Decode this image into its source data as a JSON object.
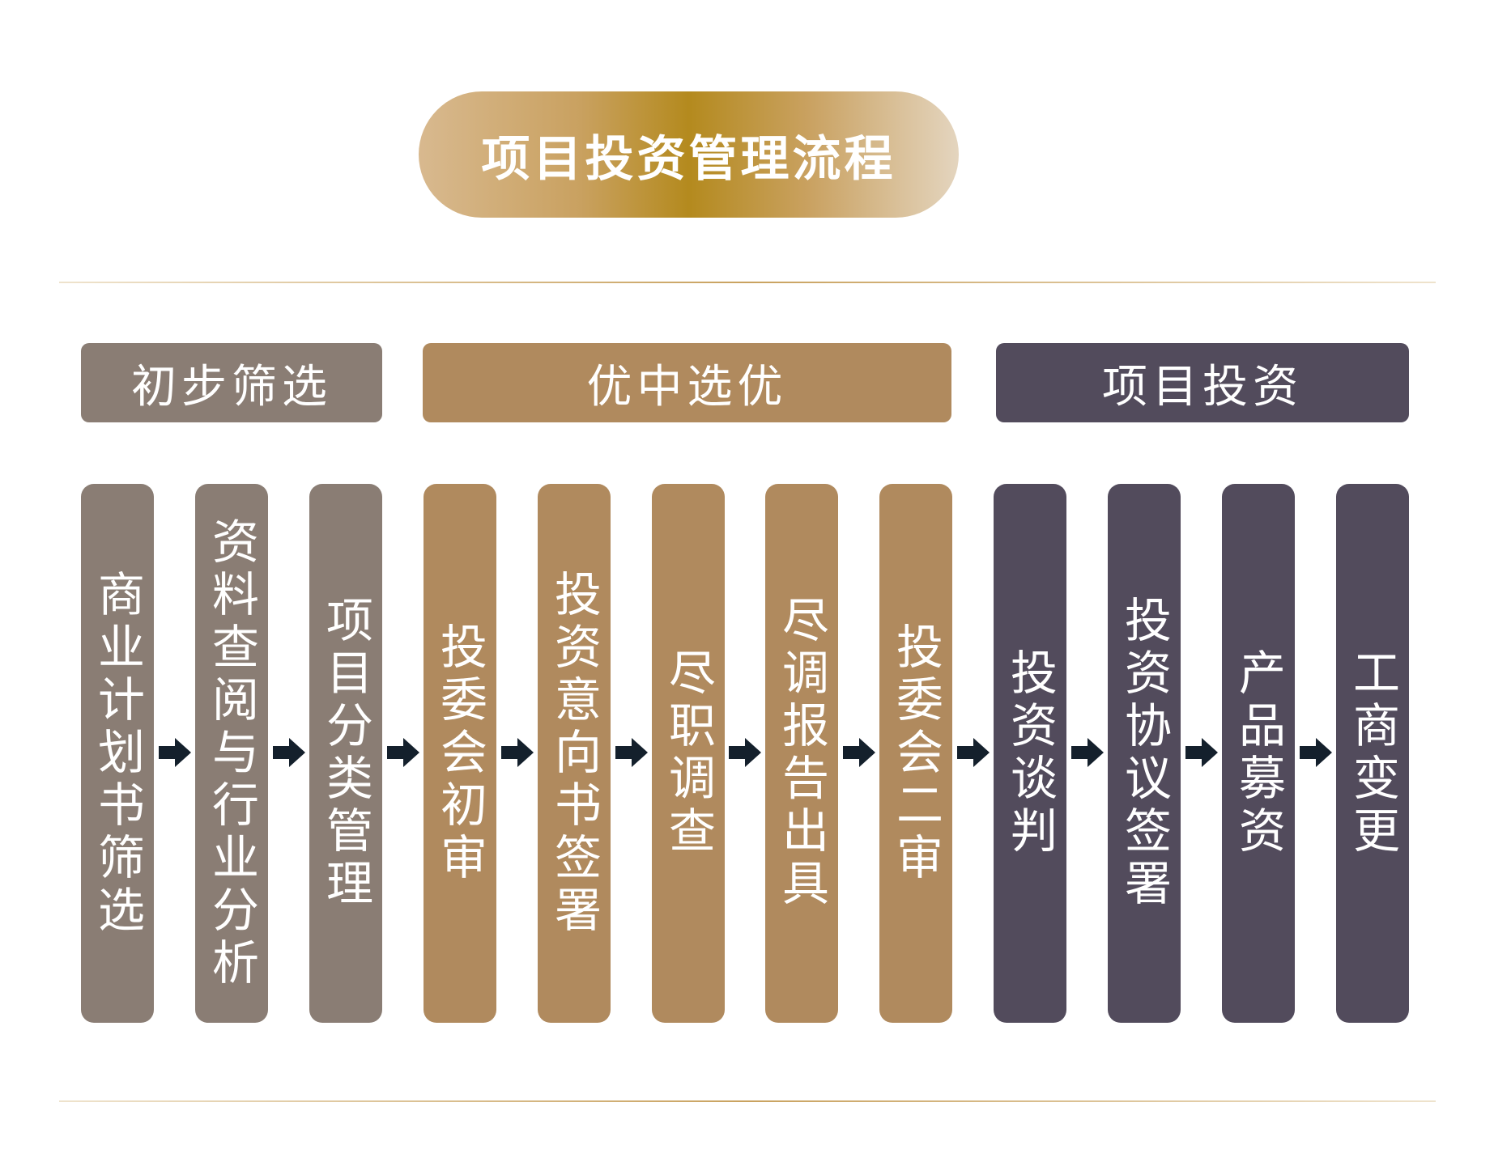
{
  "title": "项目投资管理流程",
  "colors": {
    "gray": "#8a7d74",
    "gold": "#b08a5e",
    "purple": "#524b5c",
    "arrow": "#14202c",
    "title_gradient": [
      "#d8b98f",
      "#b48a1e",
      "#e4d5bf"
    ]
  },
  "phases": [
    {
      "label": "初步筛选",
      "color": "gray"
    },
    {
      "label": "优中选优",
      "color": "gold"
    },
    {
      "label": "项目投资",
      "color": "purple"
    }
  ],
  "steps": [
    {
      "label": "商业计划书筛选",
      "color": "gray"
    },
    {
      "label": "资料查阅与行业分析",
      "color": "gray"
    },
    {
      "label": "项目分类管理",
      "color": "gray"
    },
    {
      "label": "投委会初审",
      "color": "gold"
    },
    {
      "label": "投资意向书签署",
      "color": "gold"
    },
    {
      "label": "尽职调查",
      "color": "gold"
    },
    {
      "label": "尽调报告出具",
      "color": "gold"
    },
    {
      "label": "投委会二审",
      "color": "gold"
    },
    {
      "label": "投资谈判",
      "color": "purple"
    },
    {
      "label": "投资协议签署",
      "color": "purple"
    },
    {
      "label": "产品募资",
      "color": "purple"
    },
    {
      "label": "工商变更",
      "color": "purple"
    }
  ],
  "arrow_icon": "right-arrow-icon"
}
